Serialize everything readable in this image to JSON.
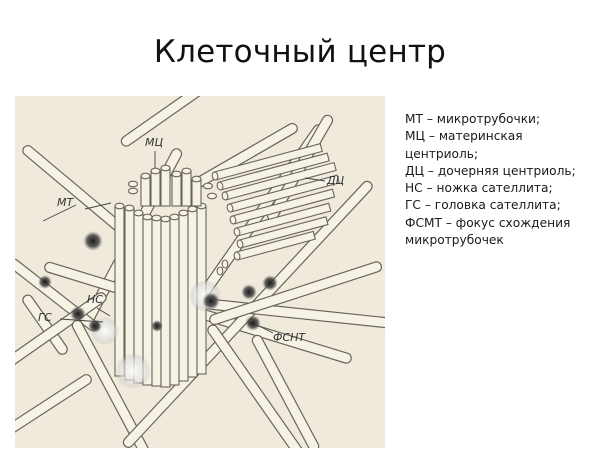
{
  "slide": {
    "title": "Клеточный центр"
  },
  "figure": {
    "background": "#efeadb",
    "stroke": "#6b6559",
    "labels": {
      "mt": "МТ",
      "mc": "МЦ",
      "dc": "ДЦ",
      "ns": "НС",
      "gs": "ГС",
      "fsmt": "ФСНТ"
    }
  },
  "legend": {
    "lines": [
      "МТ – микротрубочки;",
      "МЦ – материнская",
      "центриоль;",
      "ДЦ – дочерняя центриоль;",
      "НС – ножка сателлита;",
      "ГС – головка сателлита;",
      "ФСМТ – фокус схождения",
      "микротрубочек"
    ]
  }
}
